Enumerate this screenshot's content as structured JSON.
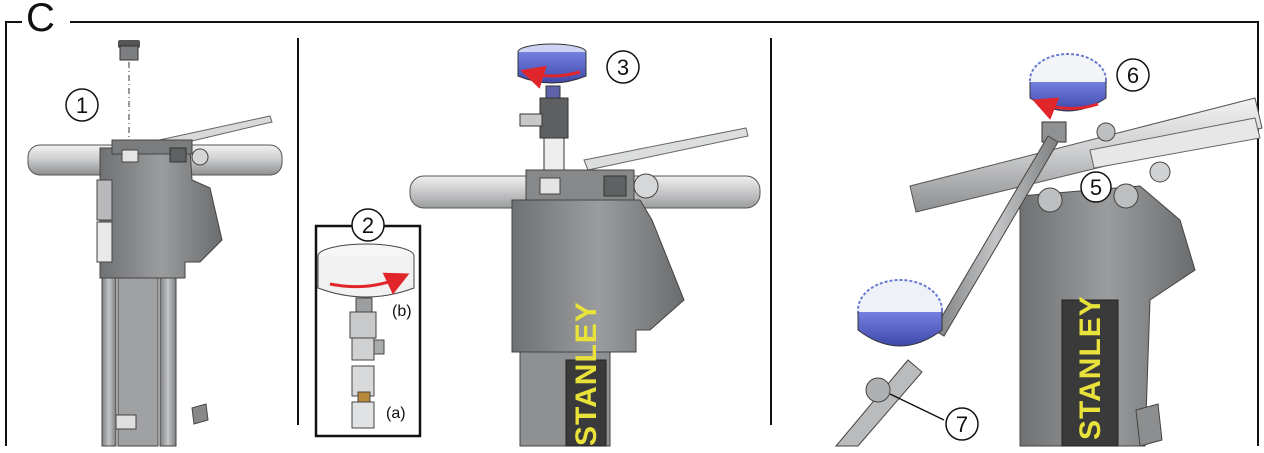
{
  "figure": {
    "panel_letter": "C",
    "callouts": {
      "c1": "1",
      "c2": "2",
      "c3": "3",
      "c5": "5",
      "c6": "6",
      "c7": "7"
    },
    "sub_labels": {
      "a": "(a)",
      "b": "(b)"
    },
    "brand_text": {
      "panel2": "STANLEY",
      "panel3": "STANLEY"
    },
    "colors": {
      "gauge_blue": "#5560c8",
      "gauge_white": "#f4f4f4",
      "arrow_red": "#e0262b",
      "body_grey": "#8a8c8e",
      "brand_yellow": "#e8e23a"
    }
  }
}
